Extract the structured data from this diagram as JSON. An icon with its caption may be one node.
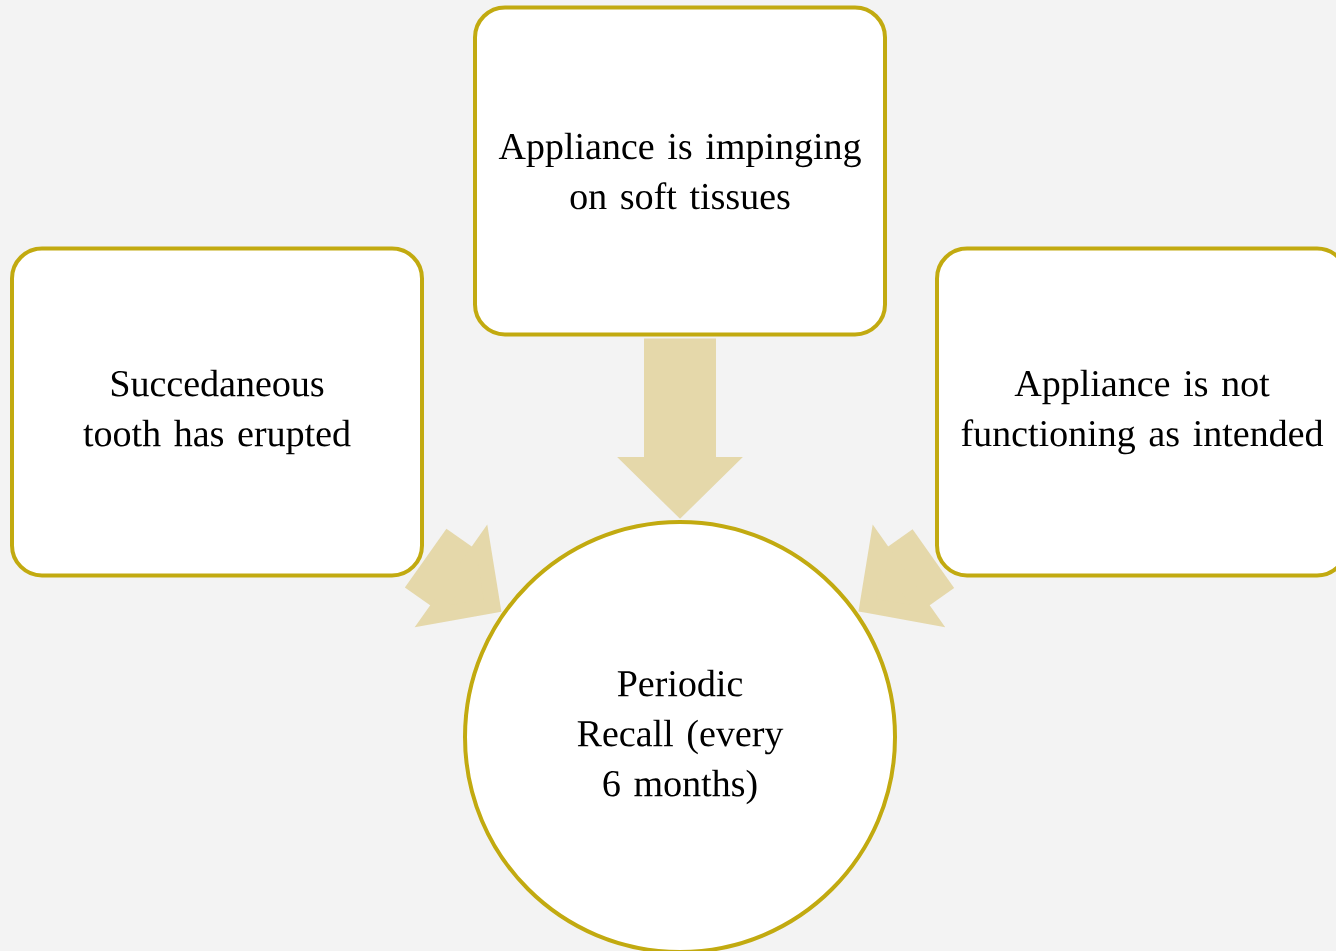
{
  "diagram": {
    "nodes": [
      {
        "text": [
          "Appliance is impinging on soft tissues"
        ]
      },
      {
        "text": [
          "Succedaneous tooth has erupted"
        ]
      },
      {
        "text": [
          "Appliance is not functioning as intended"
        ]
      },
      {
        "text": [
          "Periodic Recall (every 6 months)"
        ]
      }
    ],
    "edges": [
      {
        "from": 0,
        "to": 3,
        "arrow": "to"
      },
      {
        "from": 1,
        "to": 3,
        "arrow": "to"
      },
      {
        "from": 2,
        "to": 3,
        "arrow": "to"
      }
    ]
  }
}
